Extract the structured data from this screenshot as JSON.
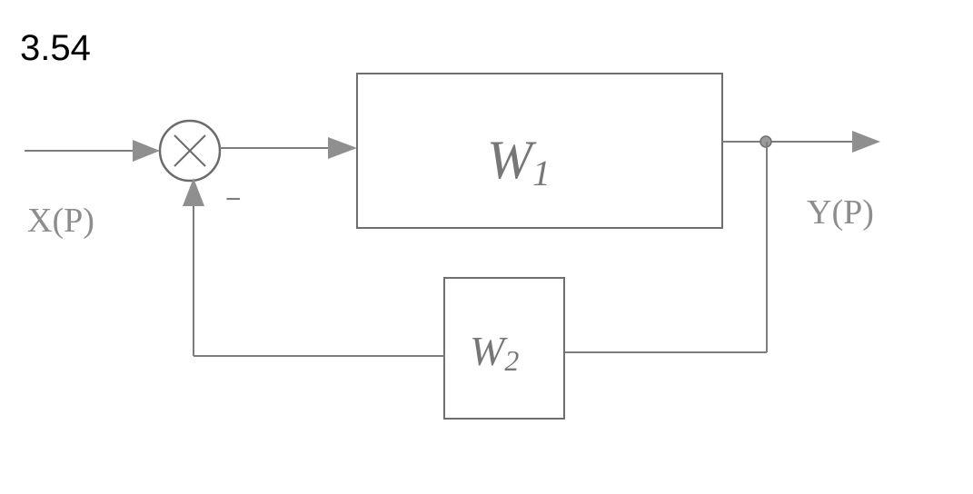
{
  "problem_number": "3.54",
  "input_signal": "X(P)",
  "output_signal": "Y(P)",
  "feedback_sign": "−",
  "blocks": {
    "forward": {
      "name": "W",
      "subscript": "1"
    },
    "feedback": {
      "name": "W",
      "subscript": "2"
    }
  },
  "colors": {
    "line": "#7d7d7d",
    "label": "#8d8d8d",
    "heading": "#000000",
    "background": "#ffffff"
  }
}
